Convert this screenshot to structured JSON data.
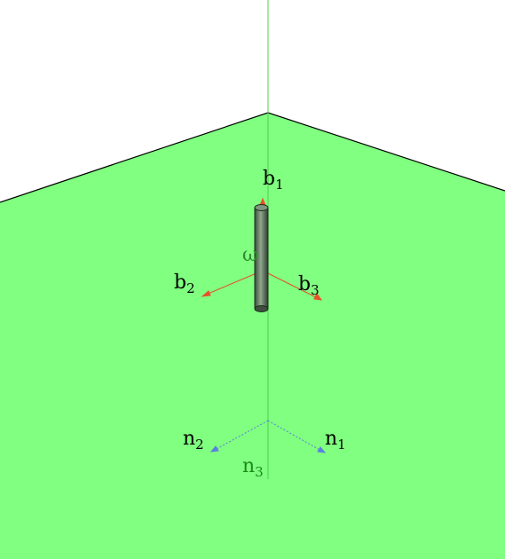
{
  "colors": {
    "background": "#ffffff",
    "ground_plane": "#80ff80",
    "plane_edge": "#000000",
    "vertical_axis": "#4dd24d",
    "body_frame_arrows": "#e8502a",
    "inertial_frame_arrows": "#5a7fe0",
    "omega_label": "#2e8b2e",
    "n3_label": "#1a8a1a",
    "rod_fill": "#5f7a5f",
    "rod_edge": "#1e2a1e"
  },
  "body_frame": {
    "b1": {
      "base": "b",
      "sub": "1"
    },
    "b2": {
      "base": "b",
      "sub": "2"
    },
    "b3": {
      "base": "b",
      "sub": "3"
    }
  },
  "inertial_frame": {
    "n1": {
      "base": "n",
      "sub": "1"
    },
    "n2": {
      "base": "n",
      "sub": "2"
    },
    "n3": {
      "base": "n",
      "sub": "3"
    }
  },
  "angular_velocity_label": "ω",
  "icons": [
    "rod-body",
    "vertical-axis-line",
    "ground-plane"
  ]
}
